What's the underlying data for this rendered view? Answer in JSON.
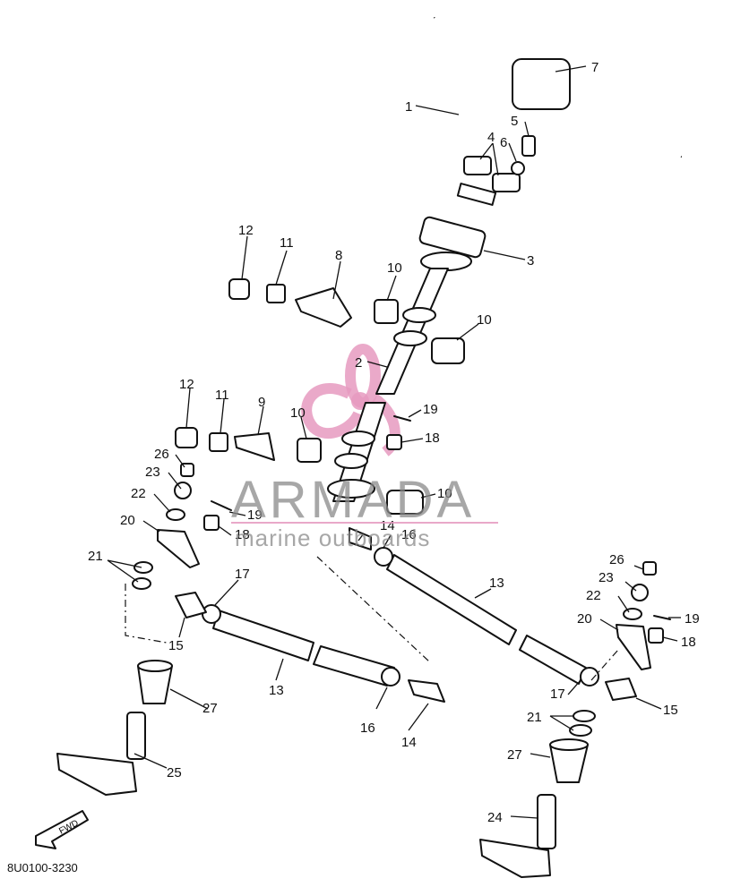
{
  "diagram": {
    "part_code": "8U0100-3230",
    "fwd_label": "FWD",
    "callouts": [
      "1",
      "2",
      "3",
      "4",
      "5",
      "6",
      "7",
      "8",
      "9",
      "10",
      "11",
      "12",
      "13",
      "14",
      "15",
      "16",
      "17",
      "18",
      "19",
      "20",
      "21",
      "22",
      "23",
      "24",
      "25",
      "26",
      "27"
    ]
  },
  "watermark": {
    "brand": "ARMADA",
    "tagline": "marine outboards",
    "accent_color": "#e69ac0"
  }
}
